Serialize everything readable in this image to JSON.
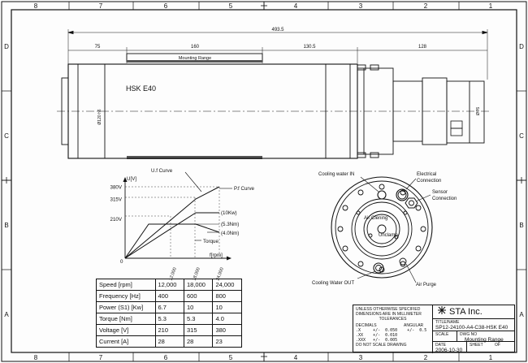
{
  "frame": {
    "top_zones": [
      "8",
      "7",
      "6",
      "5",
      "4",
      "3",
      "2",
      "1"
    ],
    "bottom_zones": [
      "8",
      "7",
      "6",
      "5",
      "4",
      "3",
      "2",
      "1"
    ],
    "left_zones": [
      "D",
      "C",
      "B",
      "A"
    ],
    "right_zones": [
      "D",
      "C",
      "B",
      "A"
    ]
  },
  "spindle": {
    "label": "HSK E40",
    "mounting_range": "Mounting Range",
    "dims": {
      "overall": "493.5",
      "d75": "75",
      "d160": "160",
      "d1305": "130.5",
      "d128": "128",
      "dia_body": "Ø120 h6",
      "dia_tail": "Ø76"
    }
  },
  "chart": {
    "ylabel": "U[V]",
    "xlabel": "f[rpm]",
    "uf_label": "U.f Curve",
    "pf_label": "P.f Curve",
    "power_label": "(10Kw)",
    "torque1_label": "(5.3Nm)",
    "torque2_label": "(4.0Nm)",
    "torque_label": "Torque",
    "origin": "0"
  },
  "chart_data": {
    "type": "line",
    "title": "",
    "xlabel": "f[rpm]",
    "ylabel": "U[V]",
    "yticks": [
      "380V",
      "315V",
      "210V"
    ],
    "xticks": [
      "12,000",
      "18,000",
      "24,000"
    ],
    "series": [
      {
        "name": "U.f Curve",
        "x": [
          0,
          12000,
          18000,
          24000
        ],
        "y": [
          0,
          210,
          315,
          380
        ]
      },
      {
        "name": "P.f Curve",
        "x": [
          0,
          12000,
          18000,
          24000
        ],
        "y": [
          0,
          6.7,
          10,
          10
        ]
      }
    ],
    "annotations": [
      "(10Kw)",
      "(5.3Nm)",
      "(4.0Nm)",
      "Torque"
    ]
  },
  "face": {
    "cooling_in": "Cooling water IN",
    "electrical": "Electrical\nConnection",
    "electrical_l1": "Electrical",
    "electrical_l2": "Connection",
    "sensor_l1": "Sensor",
    "sensor_l2": "Connection",
    "air_cleaning": "Air Clening",
    "unclamp": "Unclamp",
    "cooling_out": "Cooling Water OUT",
    "air_purge": "Air Purge"
  },
  "spec_table": {
    "rows": [
      [
        "Speed  [rpm]",
        "12,000",
        "18,000",
        "24,000"
      ],
      [
        "Frequency [Hz]",
        "400",
        "600",
        "800"
      ],
      [
        "Power (S1) [Kw]",
        "6.7",
        "10",
        "10"
      ],
      [
        "Torque  [Nm]",
        "5.3",
        "5.3",
        "4.0"
      ],
      [
        "Voltage [V]",
        "210",
        "315",
        "380"
      ],
      [
        "Current [A]",
        "28",
        "28",
        "23"
      ]
    ]
  },
  "title_block": {
    "unless_l1": "UNLESS OTHERWISE SPECIFIED",
    "unless_l2": "DIMENSIONS ARE IN MILLIMETER",
    "unless_l3": "TOLERANCES",
    "decimals": "DECIMALS",
    "angular": "ANGULAR",
    "tol1": ".X     +/-  0.050    +/-  0.5",
    "tol2": ".XX    +/-  0.010",
    "tol3": ".XXX   +/-  0.005",
    "not_scale": "DO NOT SCALE DRAWING",
    "company": "STA Inc.",
    "title_caption": "TITLE/NAME",
    "title": "SP12-24100-A4-C38-HSK E40",
    "scale_caption": "SCALE",
    "dwg_caption": "DWG NO",
    "dwg_no": "Mounting Range",
    "date_caption": "DATE",
    "date": "2006-10-30",
    "sheet_caption": "SHEET",
    "of_caption": "OF"
  }
}
